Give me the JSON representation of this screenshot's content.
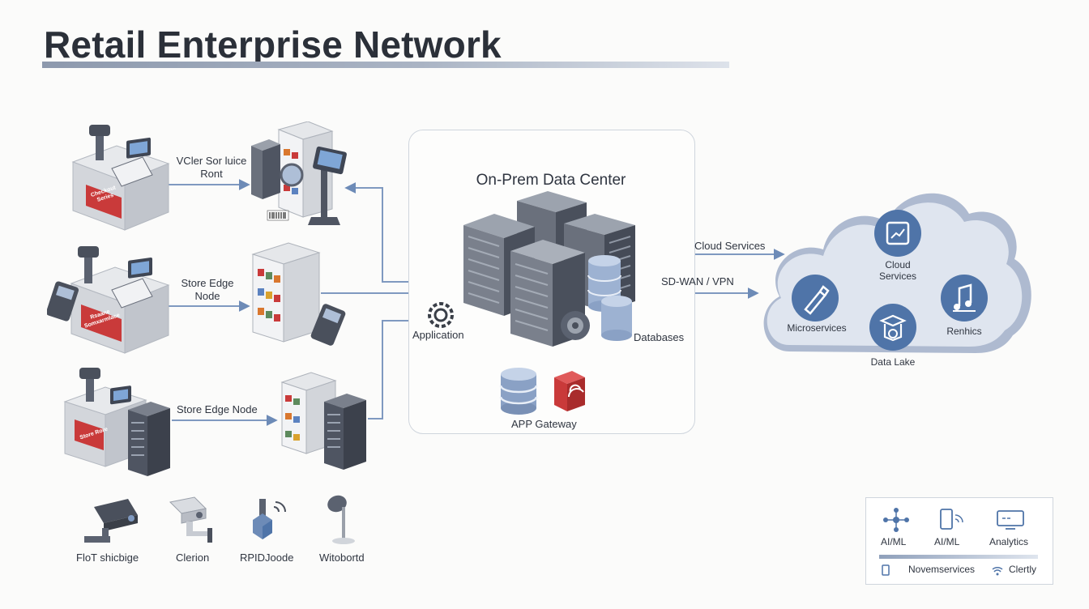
{
  "title": "Retail Enterprise Network",
  "colors": {
    "accent": "#5c7aa8",
    "badge_red": "#c93a3a",
    "server": "#5b6270",
    "cloud": "#dfe5ef",
    "link": "#6d8bb7"
  },
  "stores": [
    {
      "badge": "Checkout Series",
      "link_label": "VCler Sor luice\nRont"
    },
    {
      "badge": "Rsaane Somxarmlace",
      "link_label": "Store Edge\nNode"
    },
    {
      "badge": "Store Rore",
      "link_label": "Store Edge Node"
    }
  ],
  "data_center": {
    "title": "On-Prem Data Center",
    "application_label": "Application",
    "databases_label": "Databases",
    "gateway_label": "APP Gateway"
  },
  "links": {
    "cloud_services": "Cloud Services",
    "sdwan": "SD-WAN / VPN"
  },
  "cloud": {
    "nodes": [
      {
        "label": "Cloud\nServices",
        "icon": "cloud-dashboard-icon"
      },
      {
        "label": "Microservices",
        "icon": "pen-tool-icon"
      },
      {
        "label": "Data Lake",
        "icon": "data-lake-icon"
      },
      {
        "label": "Renhics",
        "icon": "music-note-icon"
      }
    ]
  },
  "devices": [
    {
      "label": "FloT shicbige",
      "icon": "security-camera-icon"
    },
    {
      "label": "Clerion",
      "icon": "dome-camera-icon"
    },
    {
      "label": "RPIDJoode",
      "icon": "rfid-reader-icon"
    },
    {
      "label": "Witobortd",
      "icon": "satellite-dish-icon"
    }
  ],
  "legend": {
    "items": [
      {
        "label": "AI/ML",
        "icon": "network-nodes-icon"
      },
      {
        "label": "AI/ML",
        "icon": "mobile-device-icon"
      },
      {
        "label": "Analytics",
        "icon": "monitor-icon"
      }
    ],
    "footer_left": "Novemservices",
    "footer_right": "Clertly"
  }
}
